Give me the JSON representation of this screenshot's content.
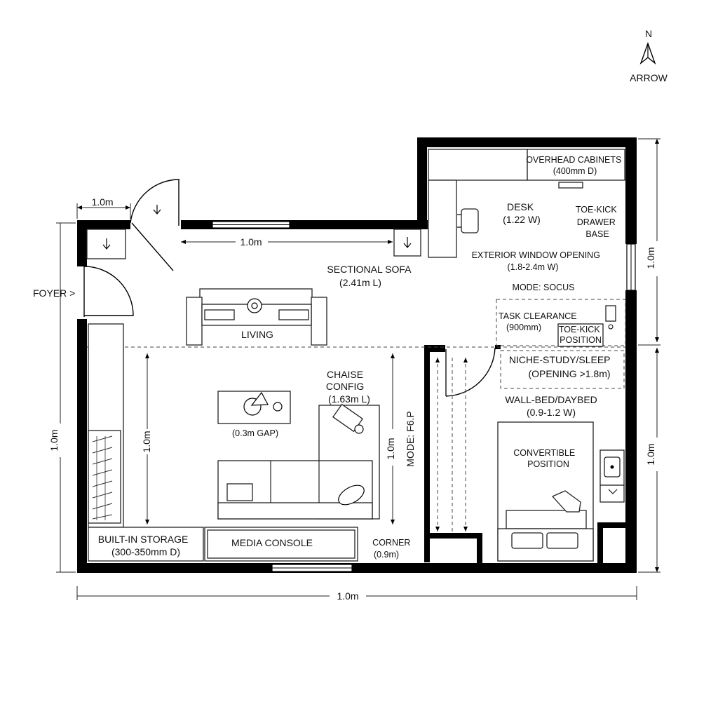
{
  "north": {
    "letter": "N",
    "caption": "ARROW"
  },
  "rooms": {
    "foyer": "FOYER >",
    "living": "LIVING",
    "niche": [
      "NICHE-STUDY/SLEEP",
      "(OPENING >1.8m)"
    ]
  },
  "labels": {
    "overhead_cabinets": [
      "OVERHEAD CABINETS",
      "(400mm D)"
    ],
    "desk": [
      "DESK",
      "(1.22 W)"
    ],
    "toe_kick_base": [
      "TOE-KICK",
      "DRAWER",
      "BASE"
    ],
    "exterior_window": [
      "EXTERIOR WINDOW OPENING",
      "(1.8-2.4m W)"
    ],
    "mode": "MODE: SOCUS",
    "task_clearance": [
      "TASK CLEARANCE",
      "(900mm)"
    ],
    "toe_kick_position": [
      "TOE-KICK",
      "POSITION"
    ],
    "sectional_sofa": [
      "SECTIONAL SOFA",
      "(2.41m L)"
    ],
    "chaise": [
      "CHAISE",
      "CONFIG",
      "(1.63m L)"
    ],
    "gap": "(0.3m GAP)",
    "wall_bed": [
      "WALL-BED/DAYBED",
      "(0.9-1.2 W)"
    ],
    "convertible": [
      "CONVERTIBLE",
      "POSITION"
    ],
    "builtin_storage": [
      "BUILT-IN STORAGE",
      "(300-350mm D)"
    ],
    "media_console": "MEDIA CONSOLE",
    "corner": [
      "CORNER",
      "(0.9m)"
    ],
    "vertical_mode": "MODE: F6.P"
  },
  "dimensions": {
    "door_width": "1.0m",
    "living_wall": "1.0m",
    "living_depth": "1.0m",
    "chaise_depth": "1.0m",
    "left_overall": "1.0m",
    "right_upper": "1.0m",
    "right_lower": "1.0m",
    "bottom_overall": "1.0m"
  }
}
